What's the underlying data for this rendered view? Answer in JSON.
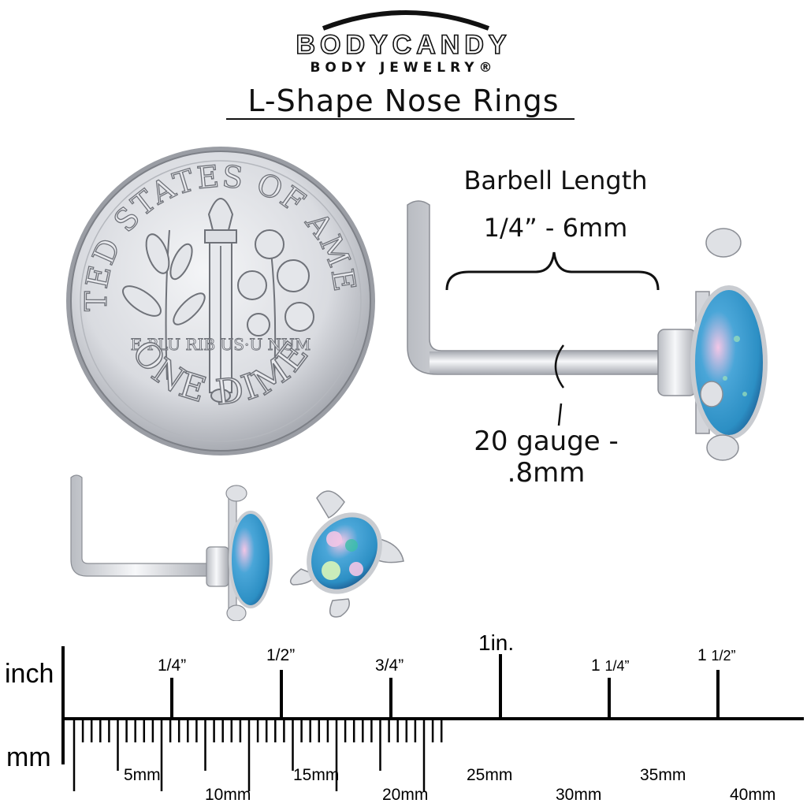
{
  "brand": {
    "name": "BODYCANDY",
    "subtitle": "BODY JEWELRY®"
  },
  "page_title": "L-Shape Nose Rings",
  "coin": {
    "top_text": "UNITED STATES OF AMERICA",
    "motto": "E·PLU RIB US·U NUM",
    "bottom_text": "ONE DIME"
  },
  "callouts": {
    "barbell_heading": "Barbell Length",
    "barbell_value": "1/4” - 6mm",
    "gauge_value": "20 gauge - .8mm"
  },
  "ruler": {
    "inch_unit": "inch",
    "mm_unit": "mm",
    "inch_labels": {
      "quarter": "1/4”",
      "half": "1/2”",
      "three_quarter": "3/4”",
      "one": "1in.",
      "one_quarter_whole": "1",
      "one_quarter_frac": "1/4”",
      "one_half_whole": "1",
      "one_half_frac": "1/2”"
    },
    "mm_labels": [
      "5mm",
      "10mm",
      "15mm",
      "20mm",
      "25mm",
      "30mm",
      "35mm",
      "40mm"
    ]
  },
  "colors": {
    "silver": "#c9ccd1",
    "opal_blue": "#2c8fc4",
    "opal_pink": "#f3c6e6",
    "opal_green": "#b8f0a8"
  }
}
